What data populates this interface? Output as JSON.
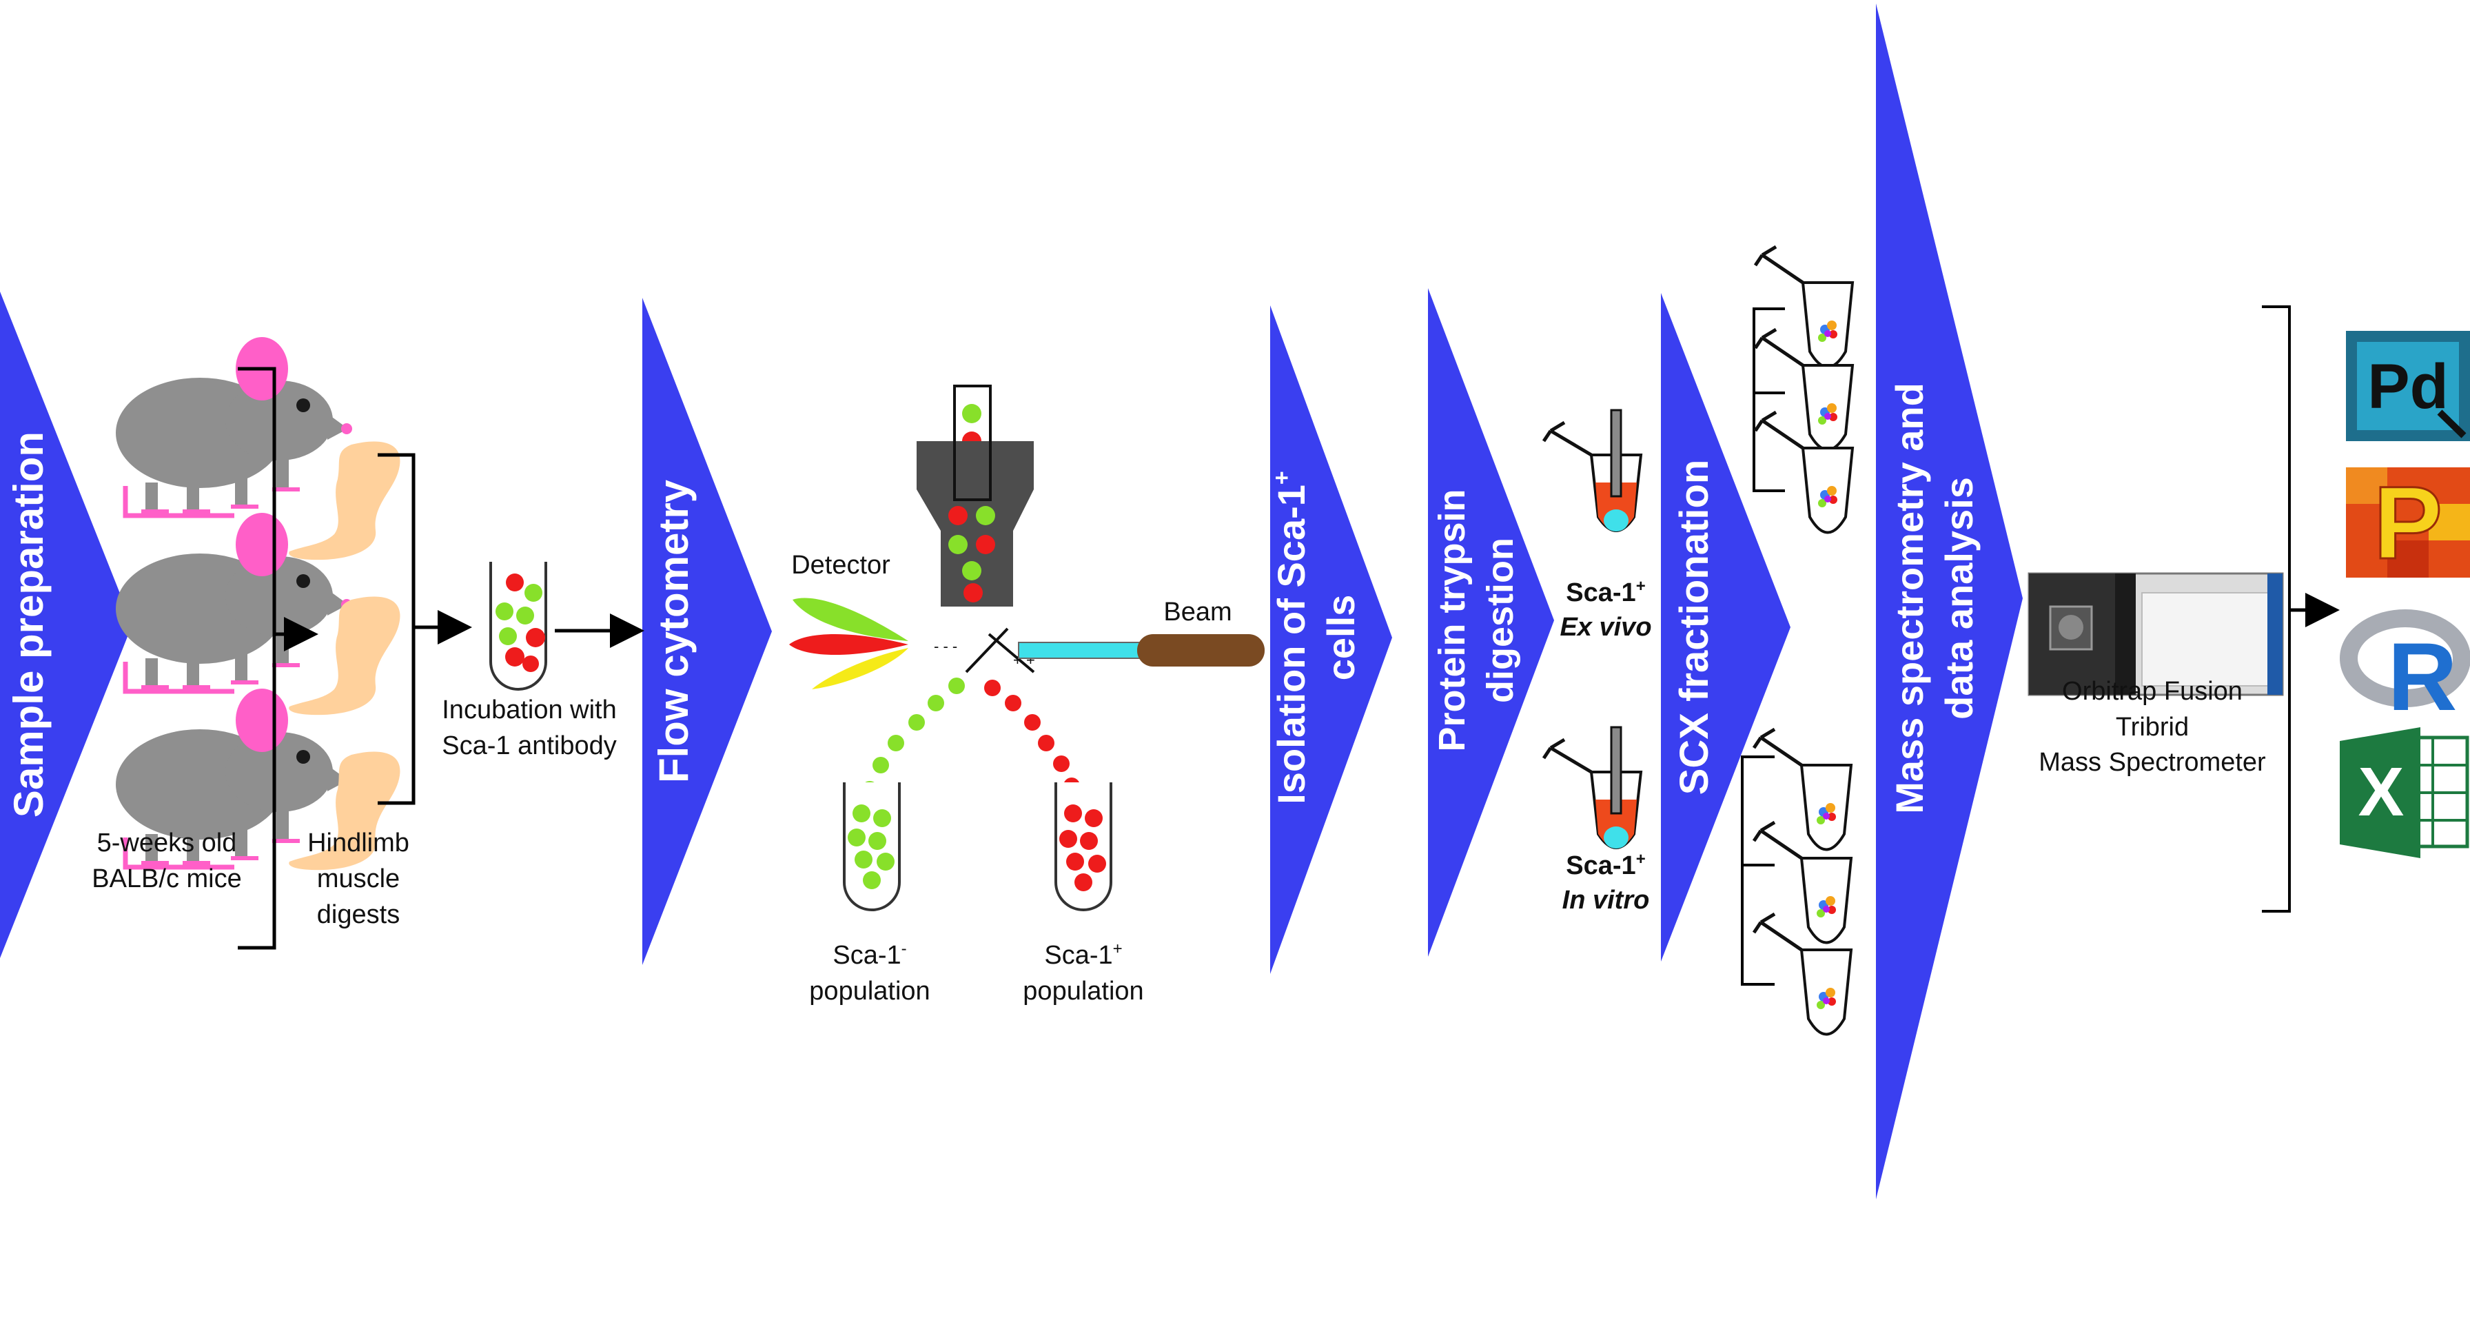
{
  "colors": {
    "chevron": "#3a3ff0",
    "mouse_body": "#8f8f8f",
    "mouse_ear": "#ff5fc8",
    "muscle": "#ffd19c",
    "green_cell": "#88e02a",
    "red_cell": "#ee1c1c",
    "beam_cyan": "#3fe0ea",
    "beam_brown": "#7a4a22",
    "detector_yellow": "#f5ea18",
    "instrument_dark": "#4d4d4d"
  },
  "stages": {
    "sample_preparation": "Sample preparation",
    "flow_cytometry": "Flow cytometry",
    "isolation_line1": "Isolation of  Sca-1",
    "isolation_sup": "+",
    "isolation_line2": "cells",
    "digestion_line1": "Protein trypsin",
    "digestion_line2": "digestion",
    "scx": "SCX fractionation",
    "ms_line1": "Mass spectrometry and",
    "ms_line2": "data analysis"
  },
  "labels": {
    "mice_line1": "5-weeks old",
    "mice_line2": "BALB/c mice",
    "muscle_line1": "Hindlimb",
    "muscle_line2": "muscle",
    "muscle_line3": "digests",
    "incubation_line1": "Incubation with",
    "incubation_line2": "Sca-1 antibody",
    "detector": "Detector",
    "beam": "Beam",
    "neg_pop_line1": "Sca-1",
    "neg_pop_sup": "-",
    "neg_pop_line2": "population",
    "pos_pop_line1": "Sca-1",
    "pos_pop_sup": "+",
    "pos_pop_line2": "population",
    "exvivo_title": "Sca-1",
    "exvivo_sup": "+",
    "exvivo_sub": "Ex vivo",
    "invitro_title": "Sca-1",
    "invitro_sup": "+",
    "invitro_sub": "In vitro",
    "instrument_line1": "Orbitrap Fusion",
    "instrument_line2": "Tribrid",
    "instrument_line3": "Mass Spectrometer"
  },
  "software_icons": [
    {
      "name": "proteome-discoverer-icon",
      "text": "Pd"
    },
    {
      "name": "perseus-icon",
      "text": "P"
    },
    {
      "name": "r-language-icon",
      "text": "R"
    },
    {
      "name": "excel-icon",
      "text": "X"
    }
  ]
}
